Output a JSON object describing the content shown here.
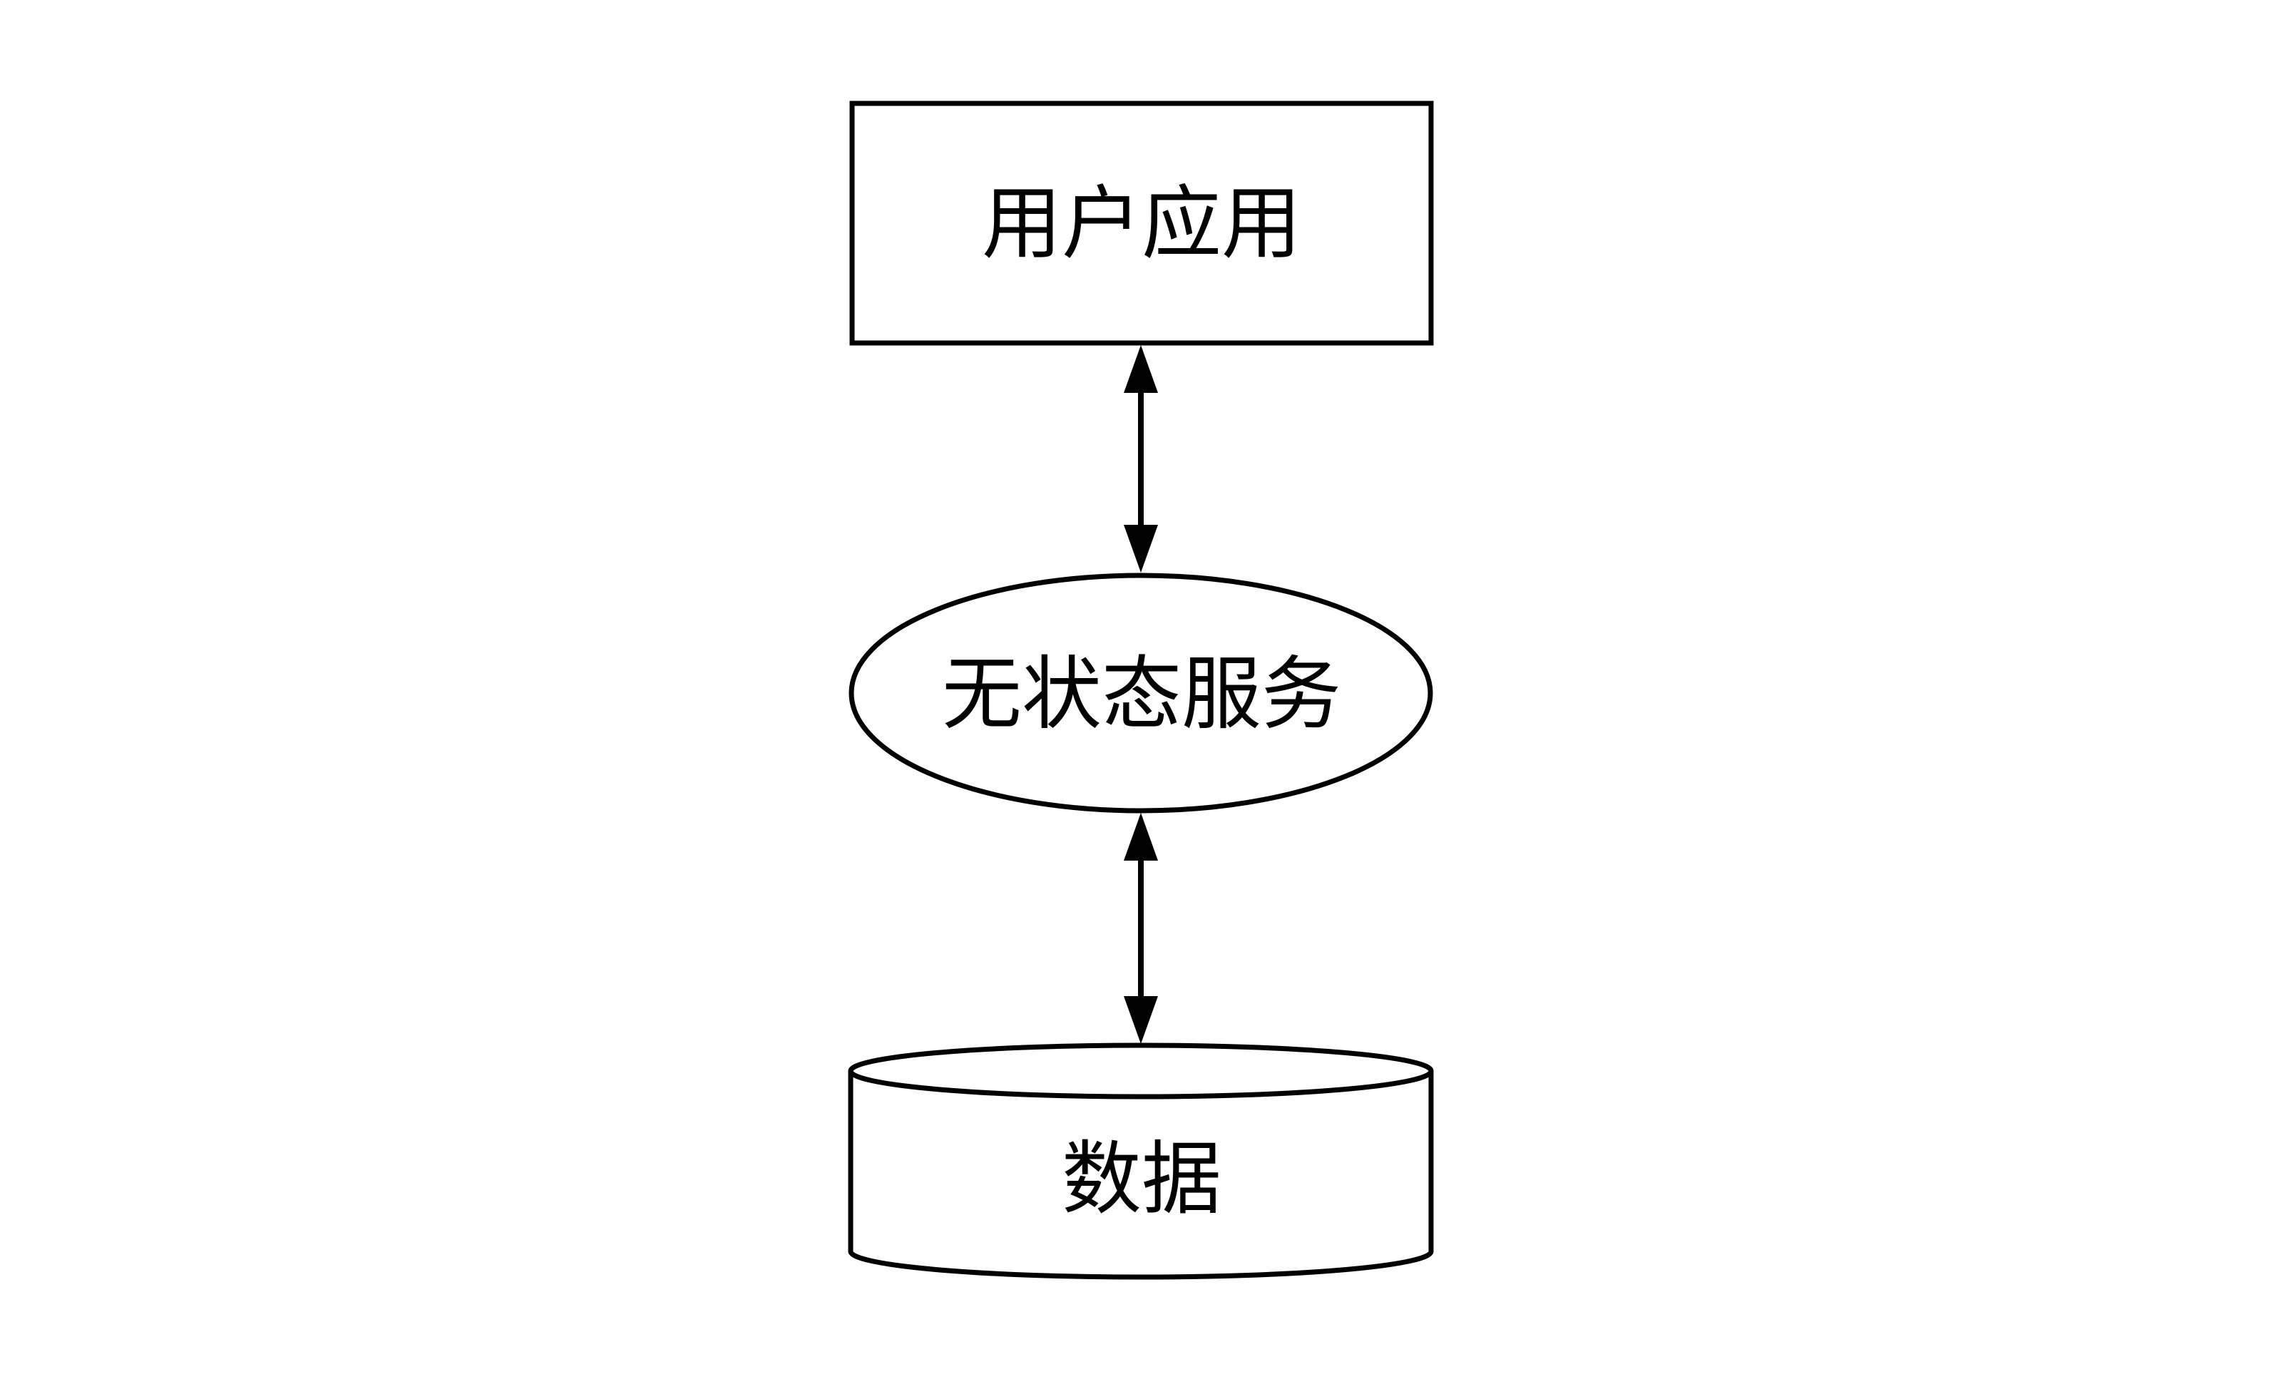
{
  "diagram": {
    "background_color": "#ffffff",
    "stroke_color": "#000000",
    "text_color": "#000000",
    "nodes": [
      {
        "id": "user-app",
        "shape": "rectangle",
        "label": "用户应用"
      },
      {
        "id": "stateless-service",
        "shape": "ellipse",
        "label": "无状态服务"
      },
      {
        "id": "data-store",
        "shape": "cylinder",
        "label": "数据"
      }
    ],
    "edges": [
      {
        "from": "user-app",
        "to": "stateless-service",
        "type": "double-arrow"
      },
      {
        "from": "stateless-service",
        "to": "data-store",
        "type": "double-arrow"
      }
    ]
  }
}
